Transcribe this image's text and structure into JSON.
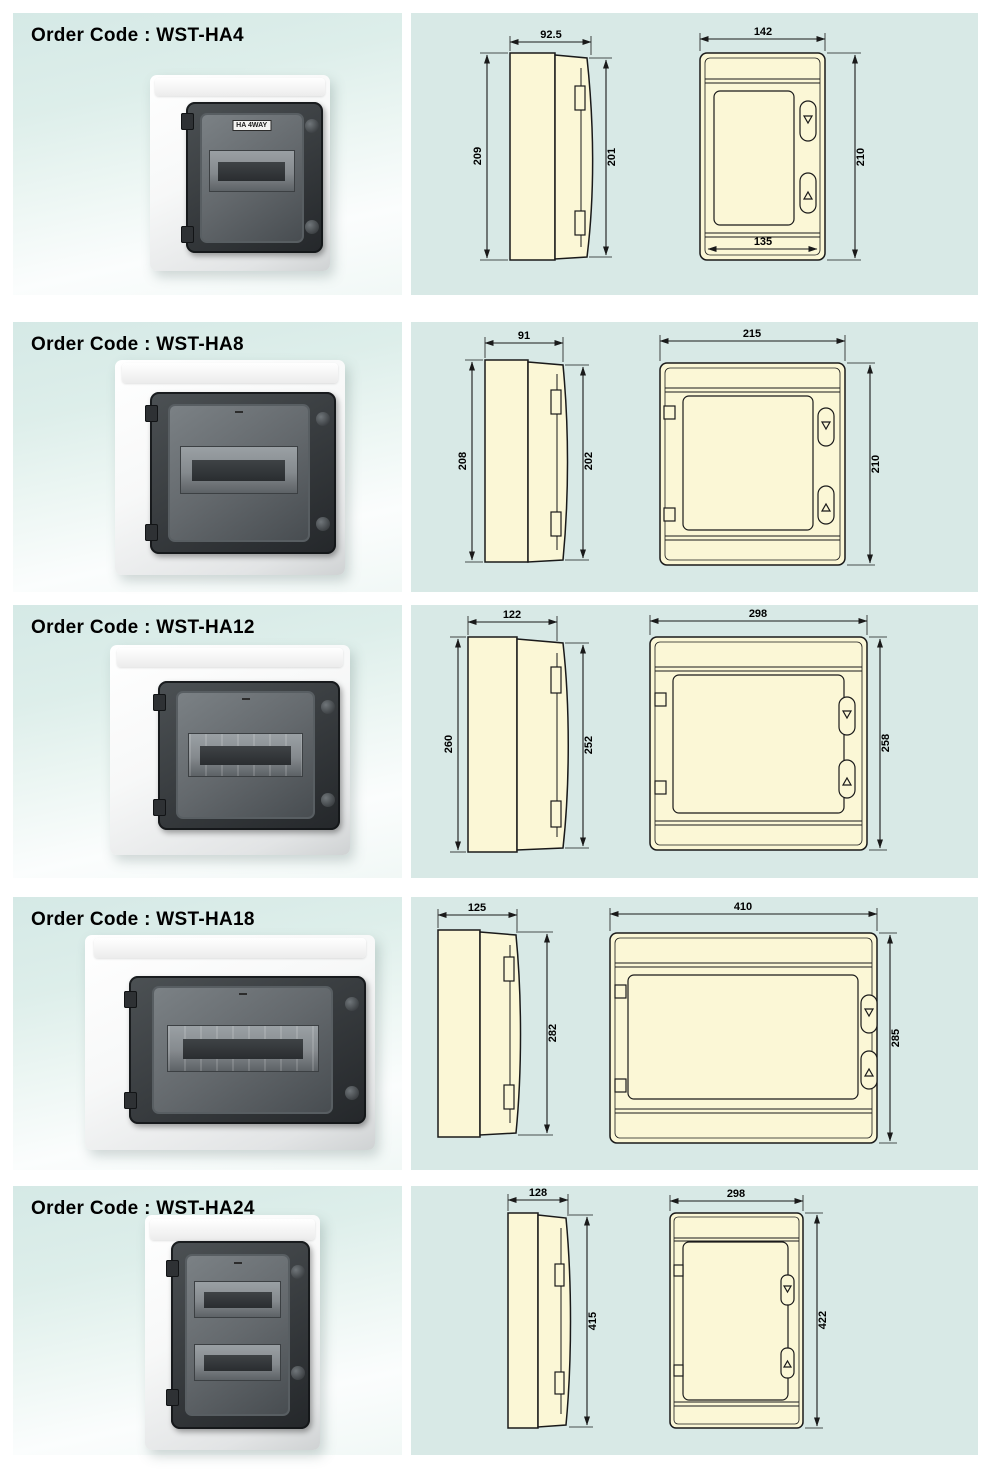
{
  "colors": {
    "panel_background": "#d8e9e6",
    "drawing_fill": "#fbf7d6",
    "line_color": "#1a1a1a",
    "text_color": "#000000"
  },
  "products": [
    {
      "order_code": "Order Code : WST-HA4",
      "door_label": "HA 4WAY",
      "side_view": {
        "width": "92.5",
        "height_left": "209",
        "height_right": "201"
      },
      "front_view": {
        "width": "142",
        "height": "210",
        "inner_width": "135"
      }
    },
    {
      "order_code": "Order Code : WST-HA8",
      "side_view": {
        "width": "91",
        "height_left": "208",
        "height_right": "202"
      },
      "front_view": {
        "width": "215",
        "height": "210"
      }
    },
    {
      "order_code": "Order Code : WST-HA12",
      "side_view": {
        "width": "122",
        "height_left": "260",
        "height_right": "252"
      },
      "front_view": {
        "width": "298",
        "height": "258"
      }
    },
    {
      "order_code": "Order Code : WST-HA18",
      "side_view": {
        "width": "125",
        "height_right": "282"
      },
      "front_view": {
        "width": "410",
        "height": "285"
      }
    },
    {
      "order_code": "Order Code : WST-HA24",
      "side_view": {
        "width": "128",
        "height_right": "415"
      },
      "front_view": {
        "width": "298",
        "height": "422"
      }
    }
  ]
}
